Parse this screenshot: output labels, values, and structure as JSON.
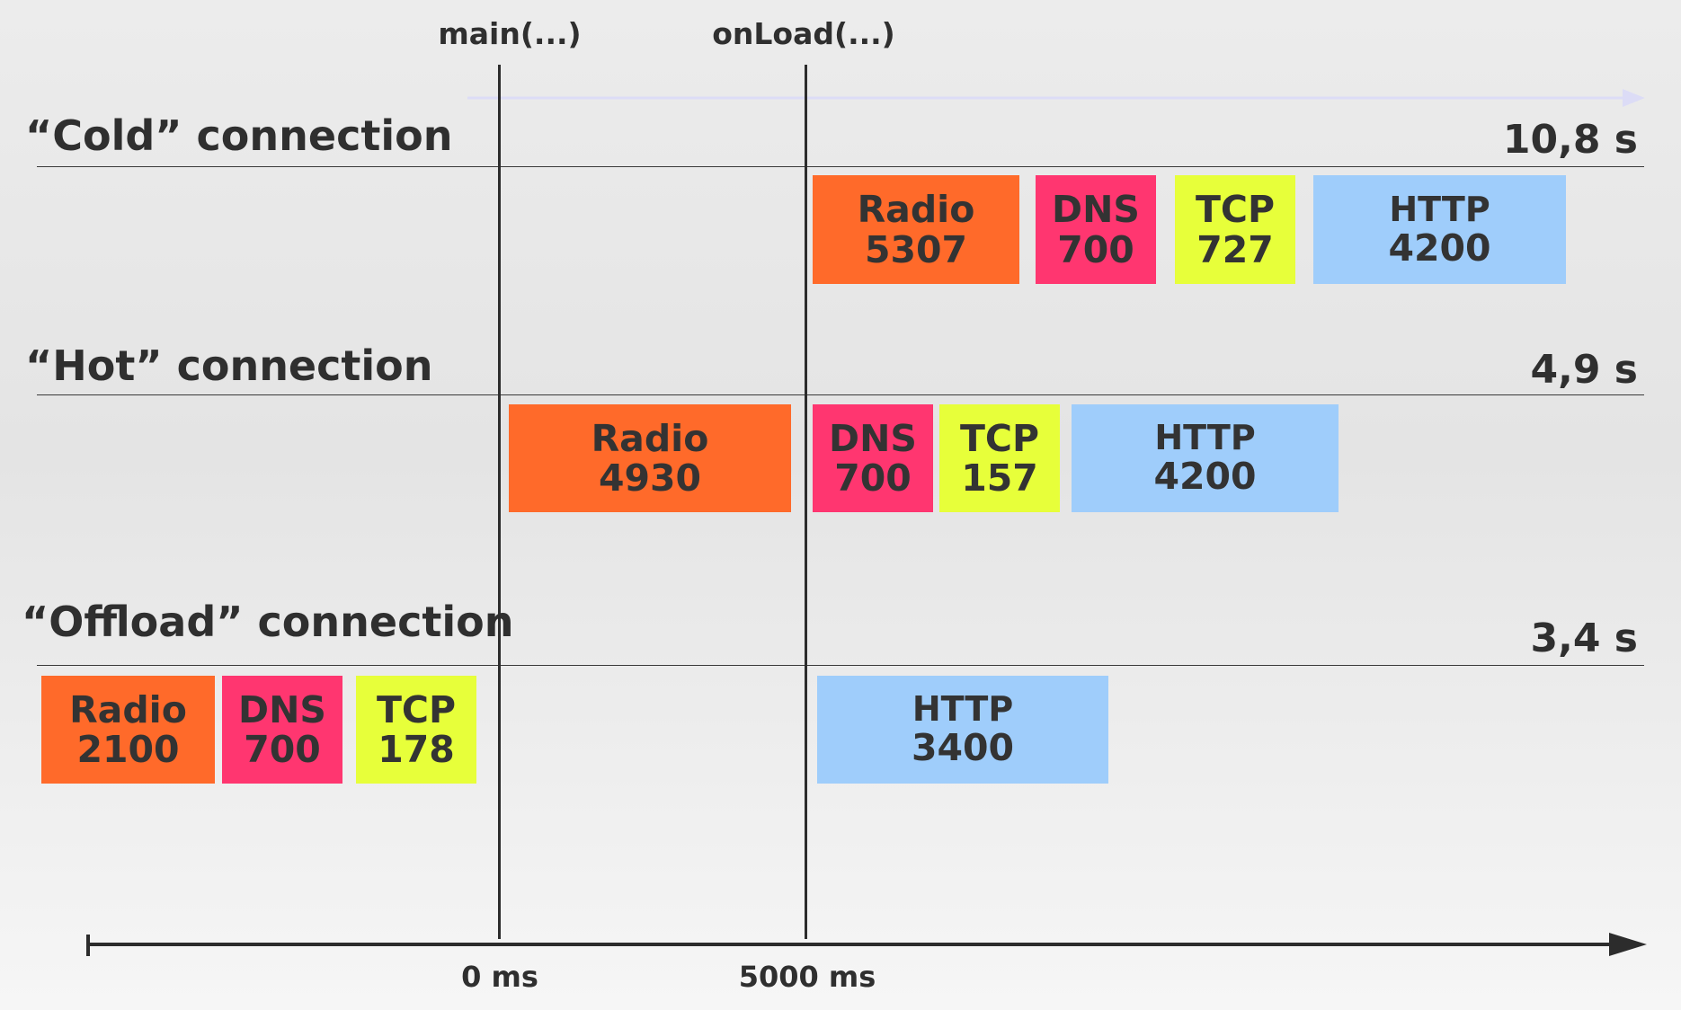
{
  "markers": [
    {
      "label": "main(...)"
    },
    {
      "label": "onLoad(...)"
    }
  ],
  "axis": {
    "ticks": [
      "0 ms",
      "5000 ms"
    ]
  },
  "colors": {
    "radio": "#ff6a2a",
    "dns": "#ff3670",
    "tcp": "#e7ff3a",
    "http": "#9fcdfb"
  },
  "rows": [
    {
      "title": "“Cold” connection",
      "total": "10,8 s",
      "blocks": [
        {
          "label": "Radio",
          "value": "5307"
        },
        {
          "label": "DNS",
          "value": "700"
        },
        {
          "label": "TCP",
          "value": "727"
        },
        {
          "label": "HTTP",
          "value": "4200"
        }
      ]
    },
    {
      "title": "“Hot” connection",
      "total": "4,9 s",
      "blocks": [
        {
          "label": "Radio",
          "value": "4930"
        },
        {
          "label": "DNS",
          "value": "700"
        },
        {
          "label": "TCP",
          "value": "157"
        },
        {
          "label": "HTTP",
          "value": "4200"
        }
      ]
    },
    {
      "title": "“Offload” connection",
      "total": "3,4 s",
      "blocks": [
        {
          "label": "Radio",
          "value": "2100"
        },
        {
          "label": "DNS",
          "value": "700"
        },
        {
          "label": "TCP",
          "value": "178"
        },
        {
          "label": "HTTP",
          "value": "3400"
        }
      ]
    }
  ]
}
